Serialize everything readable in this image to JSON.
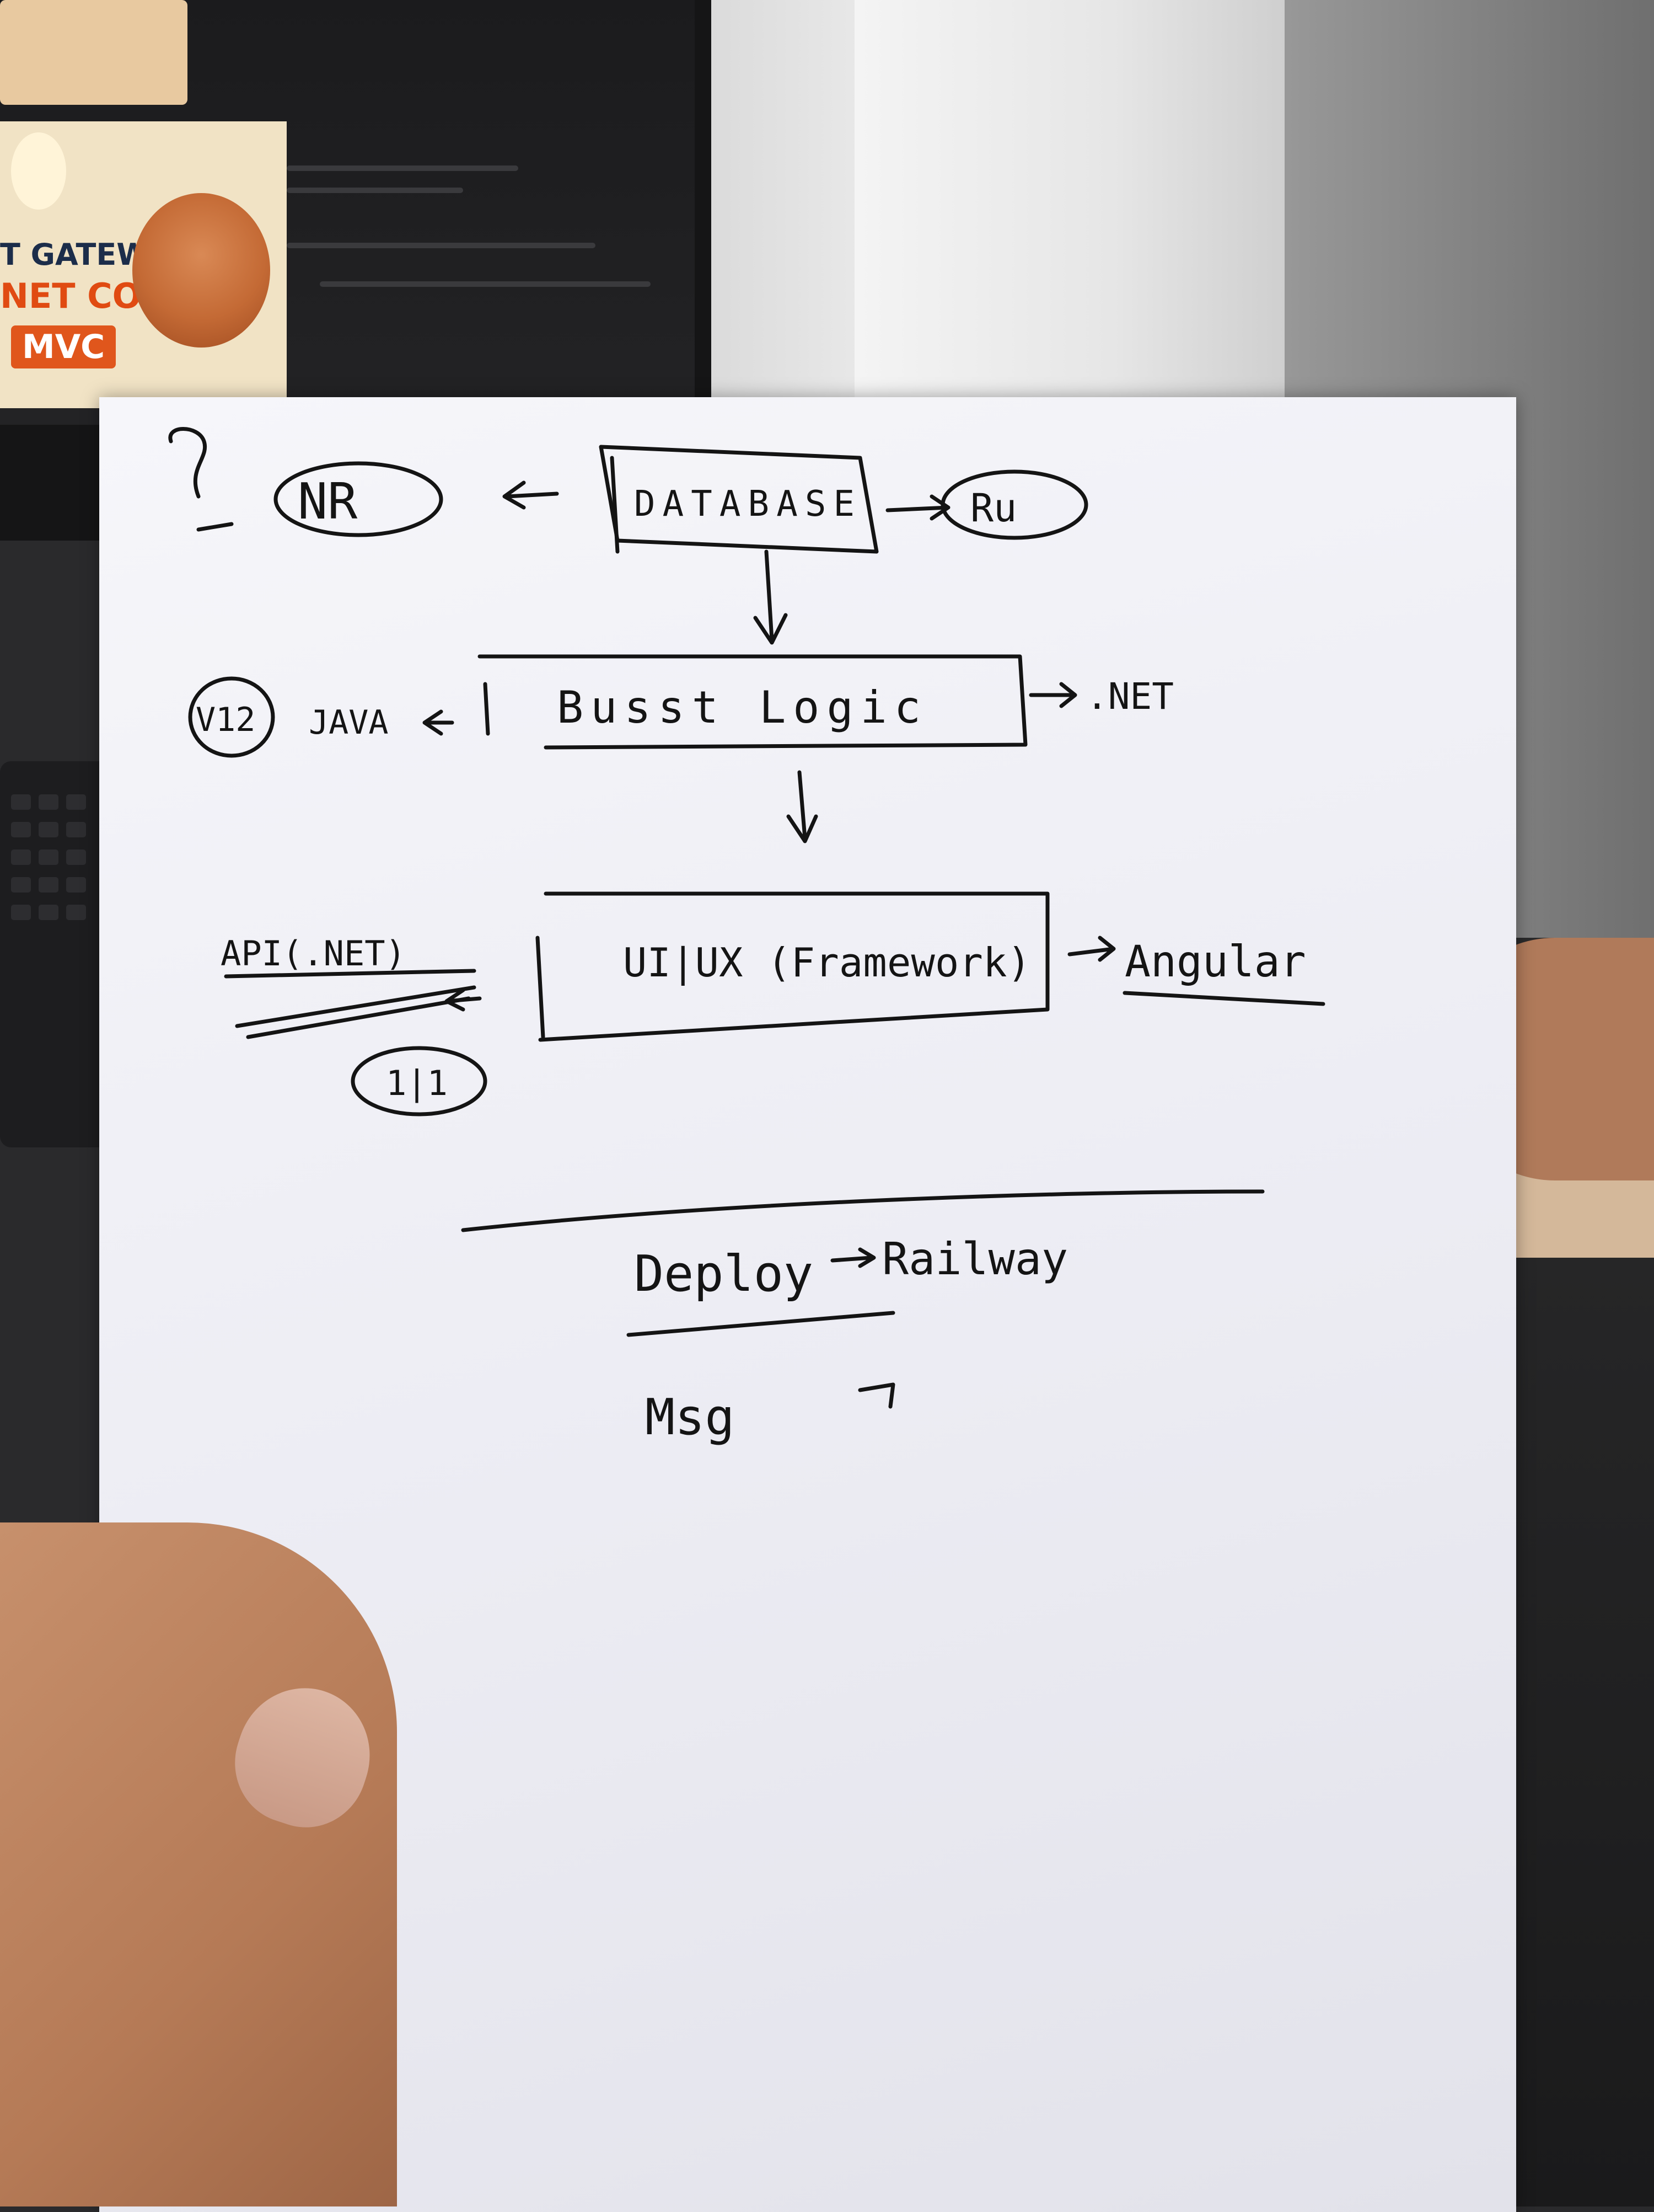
{
  "background": {
    "monitor_banner": {
      "line1": "T GATEWAY",
      "line2": "NET CORE",
      "line3": "MVC"
    }
  },
  "notebook": {
    "question_mark": "?",
    "database": {
      "label": "DATABASE",
      "left_option": "NR",
      "right_option": "Ru"
    },
    "business_logic": {
      "label": "Busst Logic",
      "left_tag": "V12",
      "left_option": "JAVA",
      "right_option": ".NET"
    },
    "frontend": {
      "label": "UI|UX (Framework)",
      "left_option": "API(.NET)",
      "left_tag": "1|1",
      "right_option": "Angular"
    },
    "deploy": {
      "label": "Deploy",
      "target": "Railway"
    },
    "msg": {
      "label": "Msg"
    }
  },
  "colors": {
    "ink": "#141414",
    "paper": "#f2f2f7"
  }
}
